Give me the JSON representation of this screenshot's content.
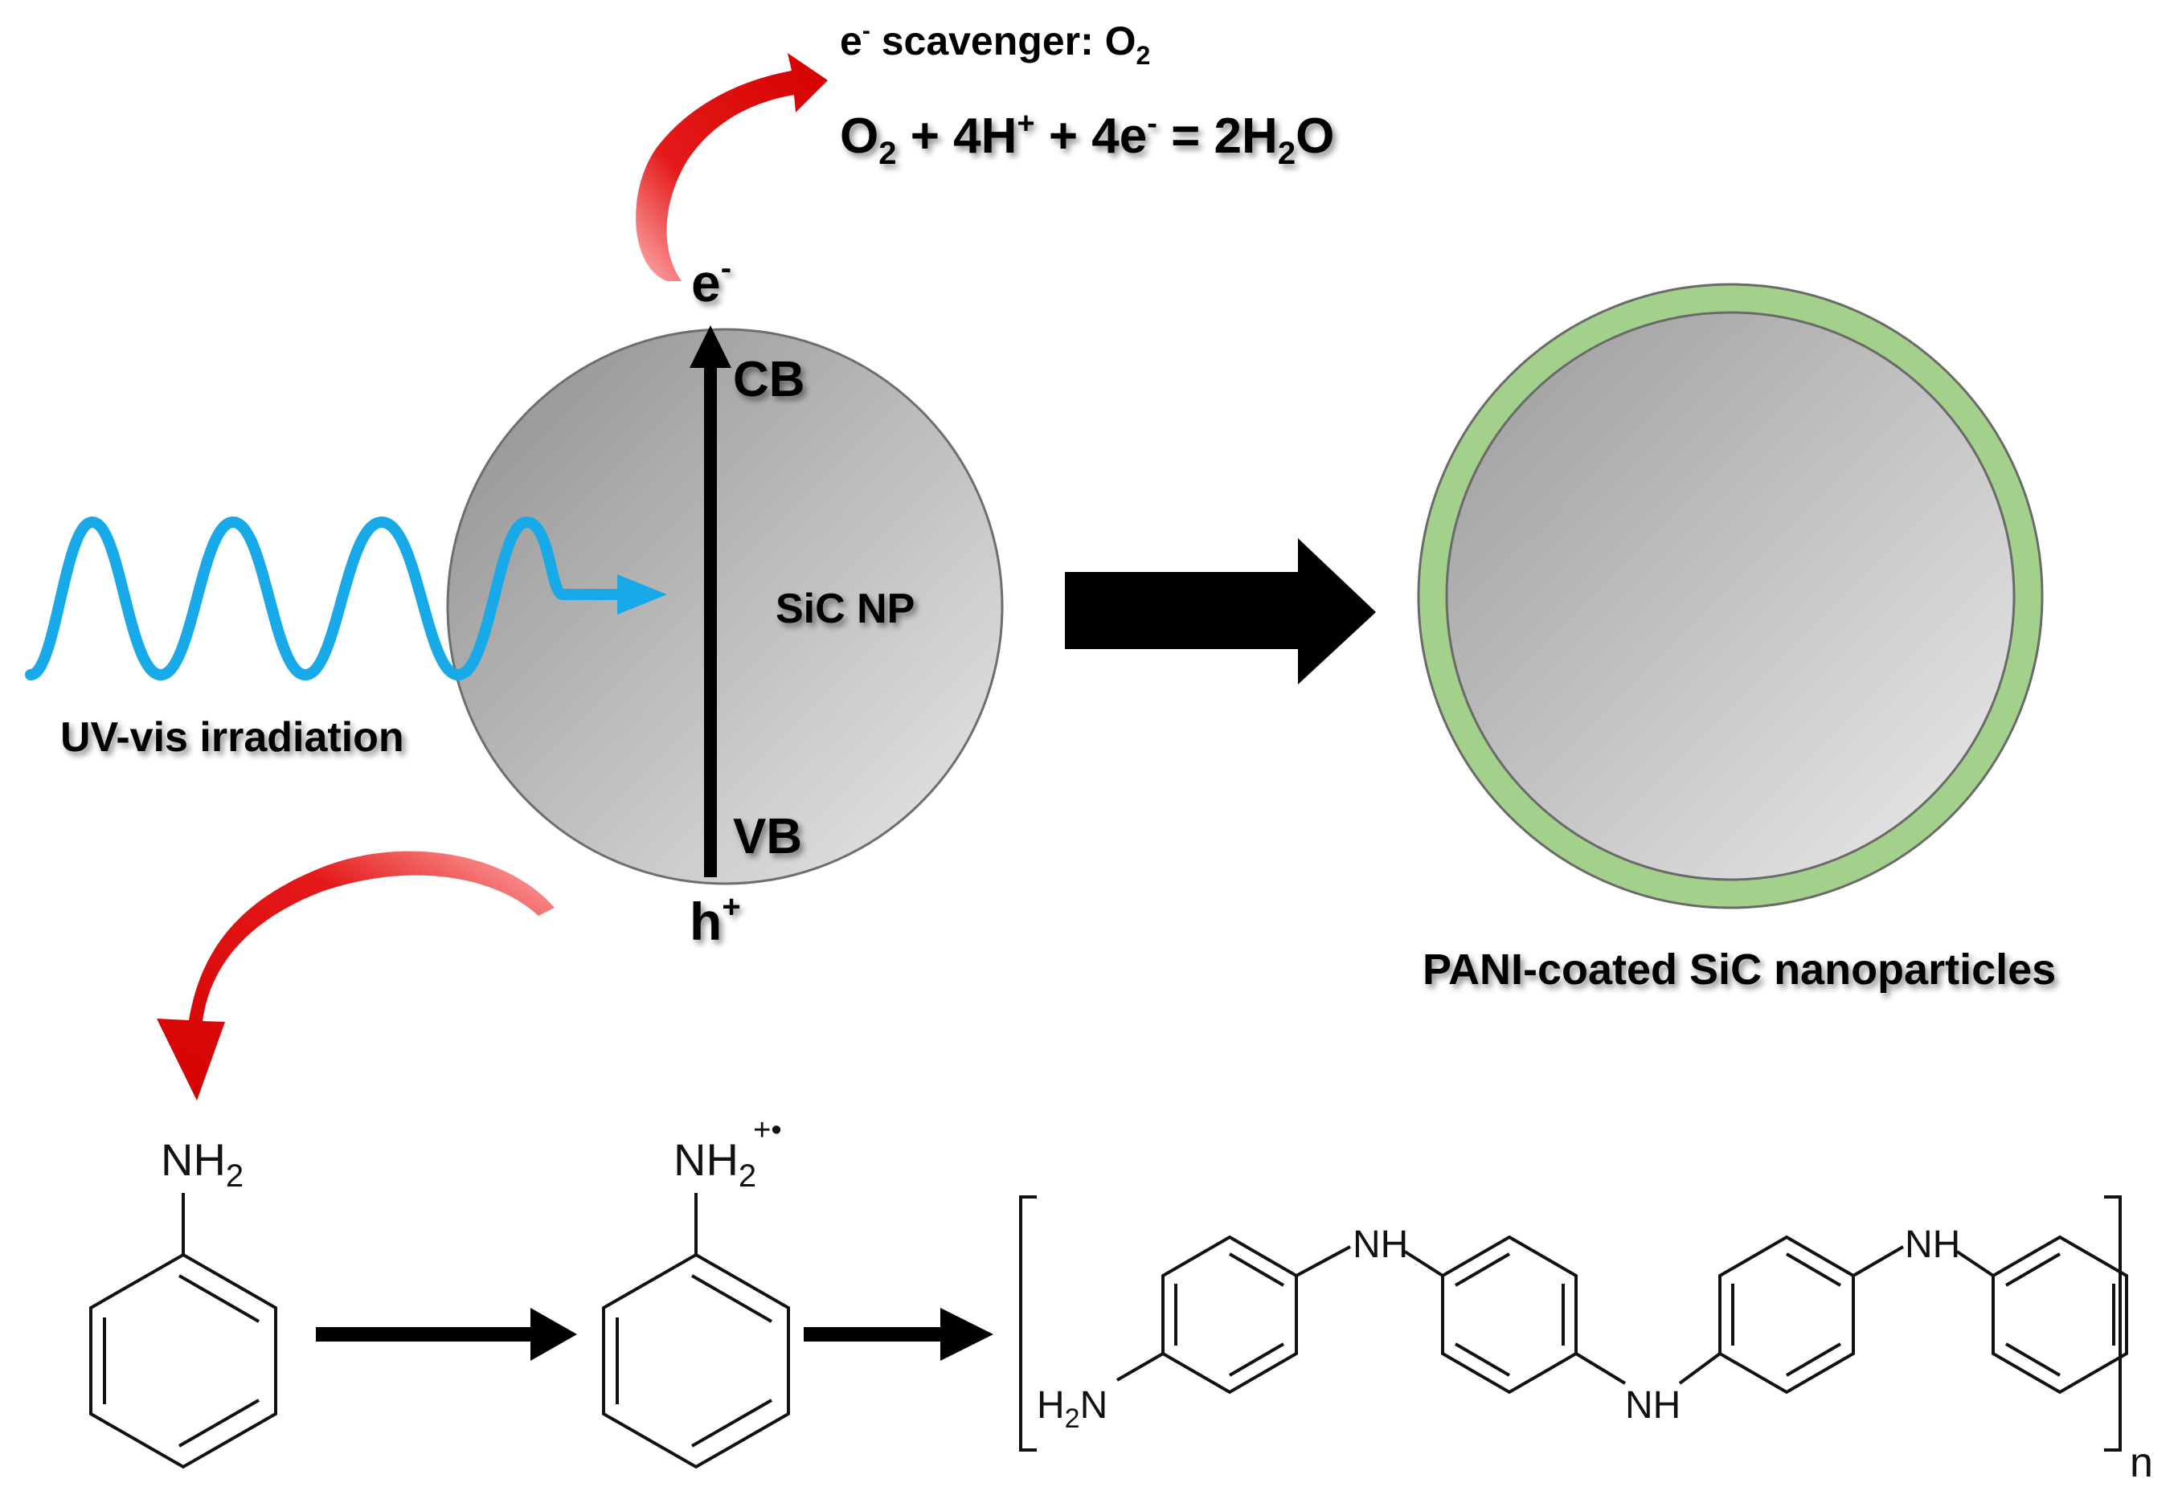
{
  "labels": {
    "scavenger_prefix": "e",
    "scavenger_prefix_sup": "-",
    "scavenger_rest": " scavenger: O",
    "scavenger_sub": "2",
    "eq_o": "O",
    "eq_o_sub": "2",
    "eq_plus1": " + 4H",
    "eq_hplus_sup": "+",
    "eq_plus2": " + 4e",
    "eq_eminus_sup": "-",
    "eq_equals": " = 2H",
    "eq_h2_sub": "2",
    "eq_water_o": "O",
    "electron": "e",
    "electron_sup": "-",
    "cb": "CB",
    "vb": "VB",
    "hole": "h",
    "hole_sup": "+",
    "particle": "SiC NP",
    "irradiation": "UV-vis irradiation",
    "coated": "PANI-coated SiC nanoparticles"
  },
  "chem": {
    "aniline_nh2": "NH",
    "aniline_sub": "2",
    "radical_nh2": "NH",
    "radical_sub": "2",
    "radical_sup": "+•",
    "pani_h2n": "H",
    "pani_h2n_sub": "2",
    "pani_h2n_n": "N",
    "pani_nh1": "NH",
    "pani_nh2": "NH",
    "pani_nh3": "NH",
    "repeat_n": "n"
  },
  "colors": {
    "wave": "#18a9e8",
    "red_arrow": "#e41a1a",
    "shell": "#a3d08b",
    "particle_dark": "#9e9e9e",
    "particle_light": "#e6e6e6"
  }
}
